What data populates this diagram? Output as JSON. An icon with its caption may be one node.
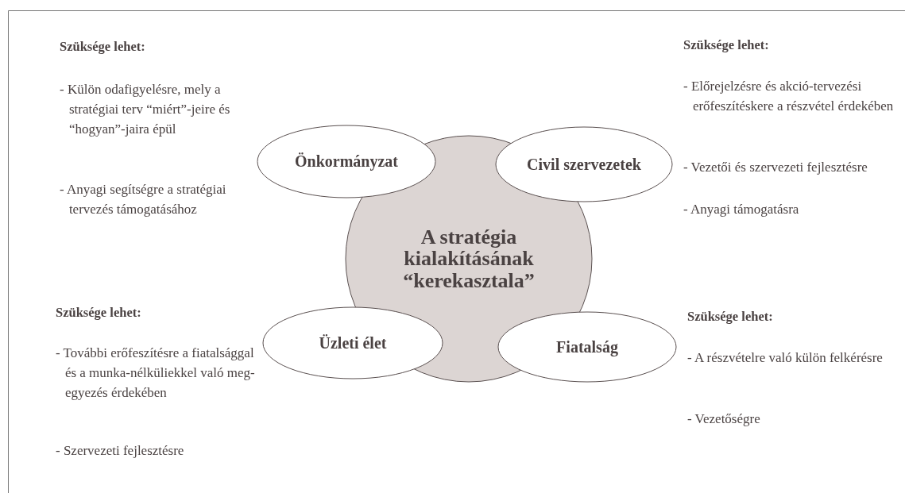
{
  "diagram": {
    "nodes": [
      {
        "text": [
          "Önkormányzat"
        ]
      },
      {
        "text": [
          "Civil szervezetek"
        ]
      },
      {
        "text": [
          "A stratégia kialakításának “kerekasztala”"
        ]
      },
      {
        "text": [
          "Üzleti élet"
        ]
      },
      {
        "text": [
          "Fiatalság"
        ]
      }
    ],
    "labels": [
      "Szüksége lehet:",
      "- Külön odafigyelésre, mely a stratégiai terv “miért”-jeire és “hogyan”-jaira épül",
      "- Anyagi segítségre a stratégiai tervezés támogatásához",
      "Szüksége lehet:",
      "- Előrejelzésre és akció-tervezési erőfeszítéskere a részvétel érdekében",
      "- Vezetői és szervezeti fejlesztésre",
      "- Anyagi támogatásra",
      "Szüksége lehet:",
      "- További erőfeszítésre a fiatalsággal és a munka-nélküliekkel való meg-egyezés érdekében",
      "- Szervezeti fejlesztésre",
      "Szüksége lehet:",
      "- A részvételre való külön felkérésre",
      "- Vezetőségre"
    ]
  }
}
